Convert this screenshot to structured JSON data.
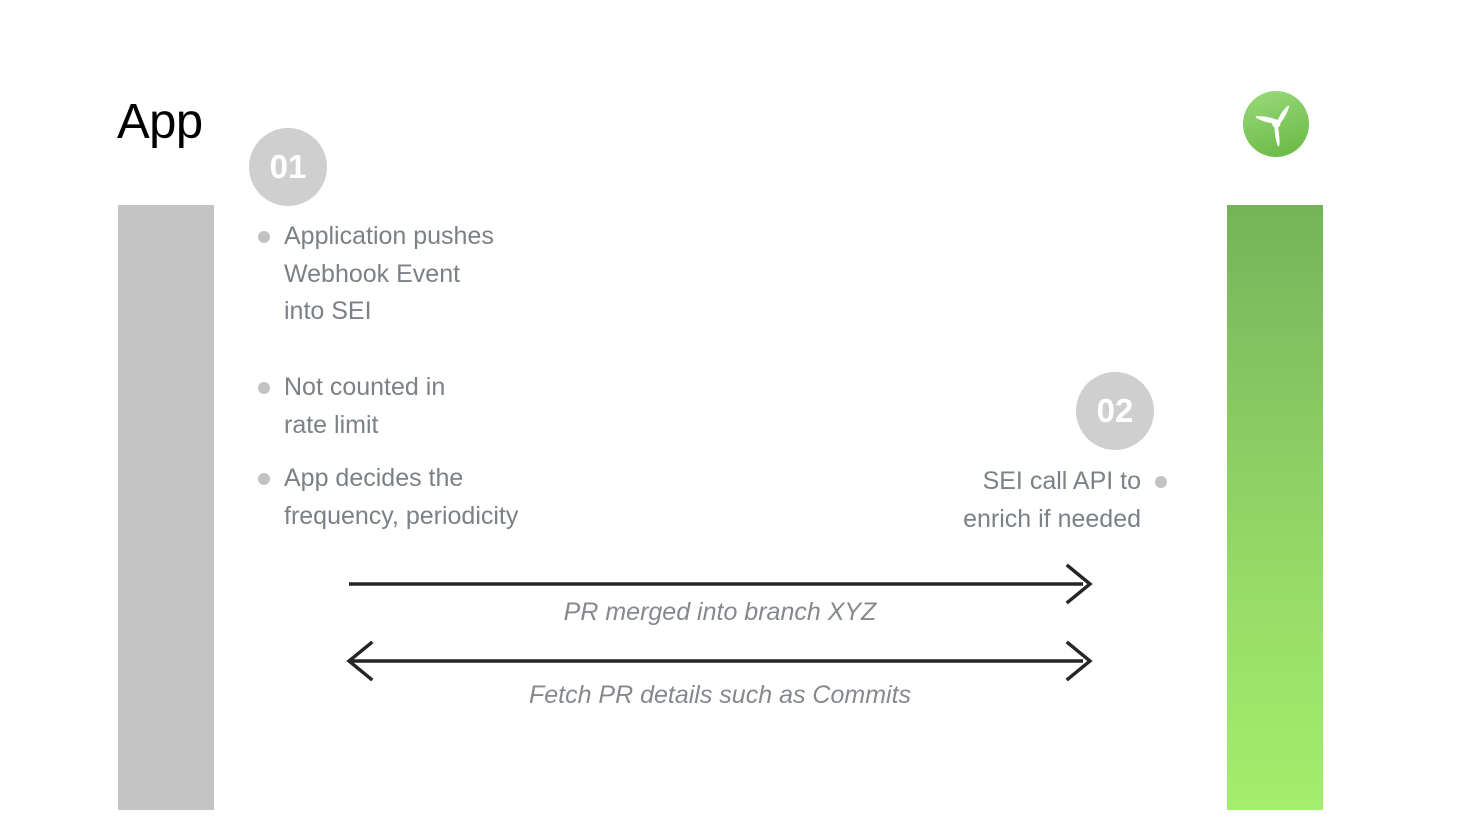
{
  "slide": {
    "title": "App",
    "background_color": "#ffffff"
  },
  "colors": {
    "lane_left": "#c4c4c4",
    "lane_right_top": "#73b459",
    "lane_right_bottom": "#a3ee6c",
    "badge_bg": "#cfcfcf",
    "badge_text": "#ffffff",
    "body_text": "#7b8186",
    "label_text": "#85898e",
    "arrow_stroke": "#262626",
    "logo_green_top": "#8fd36e",
    "logo_green_bottom": "#72c04b"
  },
  "logo": {
    "icon": "propeller-icon",
    "shape": "three-blade-propeller-in-green-circle"
  },
  "lanes": {
    "left": {
      "name": "app-lane",
      "fill": "solid-gray"
    },
    "right": {
      "name": "sei-lane",
      "fill": "green-gradient"
    }
  },
  "steps": [
    {
      "badge": "01",
      "side": "left",
      "bullet_groups": [
        {
          "text": "Application pushes\nWebhook Event\ninto SEI"
        },
        {
          "text": "Not counted in\nrate limit"
        },
        {
          "text": "App decides the\nfrequency, periodicity"
        }
      ]
    },
    {
      "badge": "02",
      "side": "right",
      "bullet_groups": [
        {
          "text": "SEI call API to\nenrich if needed"
        }
      ]
    }
  ],
  "arrows": [
    {
      "name": "pr-merged-arrow",
      "label": "PR merged into branch XYZ",
      "direction": "left-to-right",
      "heads": [
        "end"
      ]
    },
    {
      "name": "fetch-pr-details-arrow",
      "label": "Fetch PR details such as Commits",
      "direction": "bidirectional",
      "heads": [
        "start",
        "end"
      ]
    }
  ]
}
